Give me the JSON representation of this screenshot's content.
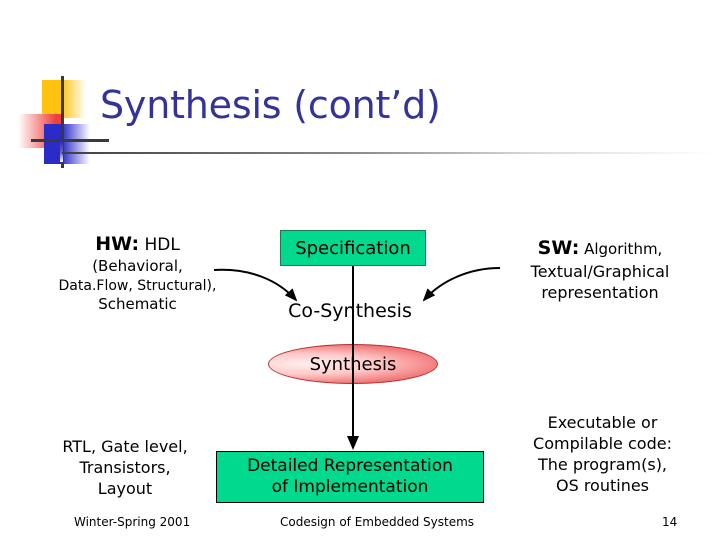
{
  "slide": {
    "title": "Synthesis (cont’d)",
    "title_color": "#333399",
    "accent_green": "#00D98E",
    "accent_red": "#e04b4b",
    "background": "#ffffff"
  },
  "logo": {
    "yellow": "#FFC20E",
    "red": "#F0403C",
    "blue": "#2B2BC8",
    "line": "#3a3a3a"
  },
  "diagram": {
    "hw_side": {
      "line1_lead": "HW:",
      "line1_rest": " HDL",
      "line2": "(Behavioral,",
      "line3": "Data.Flow, Structural),",
      "line4": "Schematic"
    },
    "sw_side": {
      "line1_lead": "SW:",
      "line1_rest": " Algorithm,",
      "line2": "Textual/Graphical",
      "line3": "representation"
    },
    "spec_box": "Specification",
    "cosynthesis_label": "Co-Synthesis",
    "synthesis_ellipse": "Synthesis",
    "detail_box": {
      "line1": "Detailed Representation",
      "line2": "of Implementation"
    },
    "hw_output": {
      "line1": "RTL, Gate level,",
      "line2": "Transistors,",
      "line3": "Layout"
    },
    "sw_output": {
      "line1": "Executable or",
      "line2": "Compilable  code:",
      "line3": "The program(s),",
      "line4": "OS routines"
    }
  },
  "footer": {
    "date": "Winter-Spring 2001",
    "center": "Codesign of Embedded Systems",
    "page": "14"
  }
}
